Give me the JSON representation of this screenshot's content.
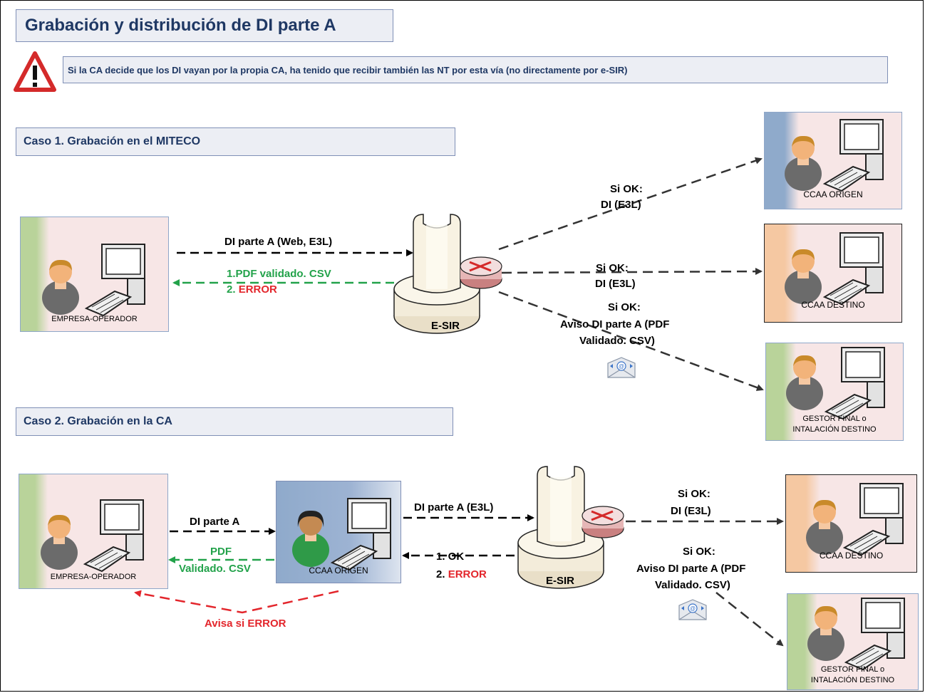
{
  "title": "Grabación y distribución de DI parte A",
  "warning": "Si la CA decide que los DI vayan por la propia CA, ha tenido que recibir también las NT por esta vía (no directamente por e-SIR)",
  "case1": {
    "heading": "Caso 1. Grabación en el MITECO",
    "empresa_label": "EMPRESA-OPERADOR",
    "esir_label": "E-SIR",
    "arrow_di": "DI parte A (Web, E3L)",
    "reply_line1": "1.PDF validado. CSV",
    "reply_line2_num": "2. ",
    "reply_line2_err": "ERROR",
    "origen_l1": "Si OK:",
    "origen_l2": "DI (E3L)",
    "destino_l1": "Si OK:",
    "destino_l2": "DI (E3L)",
    "aviso_l1": "Si OK:",
    "aviso_l2": "Aviso DI parte A (PDF",
    "aviso_l3": "Validado. CSV)",
    "ccaa_origen": "CCAA ORIGEN",
    "ccaa_destino": "CCAA DESTINO",
    "gestor_l1": "GESTOR FINAL o",
    "gestor_l2": "INTALACIÓN DESTINO"
  },
  "case2": {
    "heading": "Caso 2. Grabación en la CA",
    "empresa_label": "EMPRESA-OPERADOR",
    "ccaa_origen": "CCAA ORIGEN",
    "esir_label": "E-SIR",
    "arrow_di": "DI parte A",
    "pdf_l1": "PDF",
    "pdf_l2": "Validado. CSV",
    "avisa_error": "Avisa si ERROR",
    "arrow_di_e3l": "DI  parte A (E3L)",
    "ok_l1": "1. OK",
    "ok_l2_num": "2. ",
    "ok_l2_err": "ERROR",
    "destino_l1": "Si OK:",
    "destino_l2": "DI (E3L)",
    "aviso_l1": "Si OK:",
    "aviso_l2": "Aviso DI parte A (PDF",
    "aviso_l3": "Validado. CSV)",
    "ccaa_destino": "CCAA DESTINO",
    "gestor_l1": "GESTOR FINAL o",
    "gestor_l2": "INTALACIÓN DESTINO"
  },
  "colors": {
    "title_text": "#1f3864",
    "green": "#22a24a",
    "red": "#e3262c",
    "panel_green": "#b9d39a",
    "panel_blue": "#8faacb",
    "panel_orange": "#f5c8a2",
    "panel_pink": "#f7e6e6"
  },
  "icons": [
    "warning-icon",
    "person-icon",
    "computer-icon",
    "router-icon",
    "email-icon",
    "server-tower-icon"
  ]
}
